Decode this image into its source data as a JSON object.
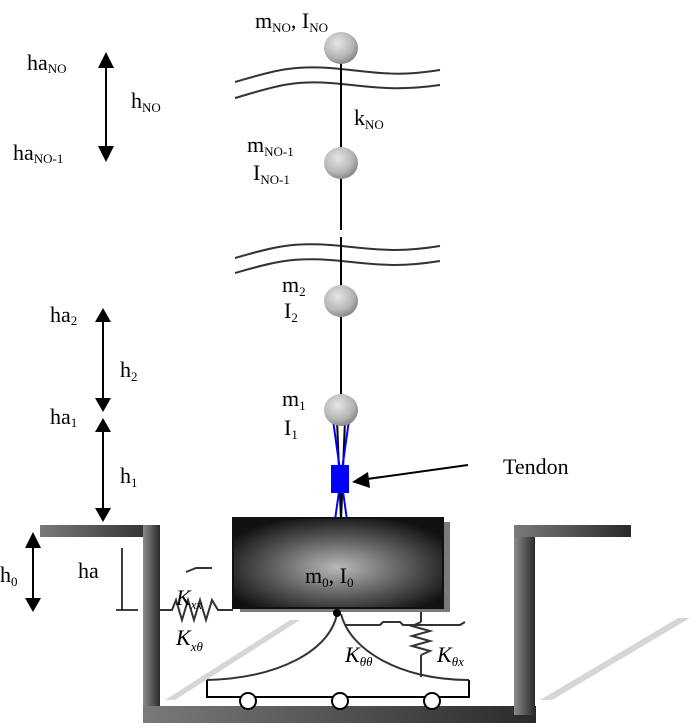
{
  "diagram": {
    "title": "",
    "masses": [
      {
        "id": "top",
        "mass_label": "m",
        "mass_sub": "NO",
        "inertia_label": "I",
        "inertia_sub": "NO",
        "inline": true
      },
      {
        "id": "no-1",
        "mass_label": "m",
        "mass_sub": "NO-1",
        "inertia_label": "I",
        "inertia_sub": "NO-1"
      },
      {
        "id": "2",
        "mass_label": "m",
        "mass_sub": "2",
        "inertia_label": "I",
        "inertia_sub": "2"
      },
      {
        "id": "1",
        "mass_label": "m",
        "mass_sub": "1",
        "inertia_label": "I",
        "inertia_sub": "1"
      }
    ],
    "stiffness_top": {
      "label": "k",
      "sub": "NO"
    },
    "base": {
      "label": "m",
      "sub": "0",
      "sep": ", ",
      "inertia_label": "I",
      "inertia_sub": "0"
    },
    "tendon_label": "Tendon",
    "heights": {
      "ha_no": {
        "label": "ha",
        "sub": "NO"
      },
      "ha_no_1": {
        "label": "ha",
        "sub": "NO-1"
      },
      "h_no": {
        "label": "h",
        "sub": "NO"
      },
      "ha_2": {
        "label": "ha",
        "sub": "2"
      },
      "h_2": {
        "label": "h",
        "sub": "2"
      },
      "ha_1": {
        "label": "ha",
        "sub": "1"
      },
      "h_1": {
        "label": "h",
        "sub": "1"
      },
      "h_0": {
        "label": "h",
        "sub": "0"
      },
      "ha": {
        "label": "ha"
      }
    },
    "springs": {
      "kxx": {
        "label": "K",
        "sub": "xx"
      },
      "kxtheta": {
        "label": "K",
        "sub": "xθ"
      },
      "kthetatheta": {
        "label": "K",
        "sub": "θθ"
      },
      "kthetax": {
        "label": "K",
        "sub": "θx"
      }
    },
    "colors": {
      "tendon": "#0000ff",
      "mass_fill": "#bdbdbd",
      "base_dark": "#1a1a1a",
      "wall": "#6e6e6e",
      "shadow": "#d0d0d0"
    }
  }
}
